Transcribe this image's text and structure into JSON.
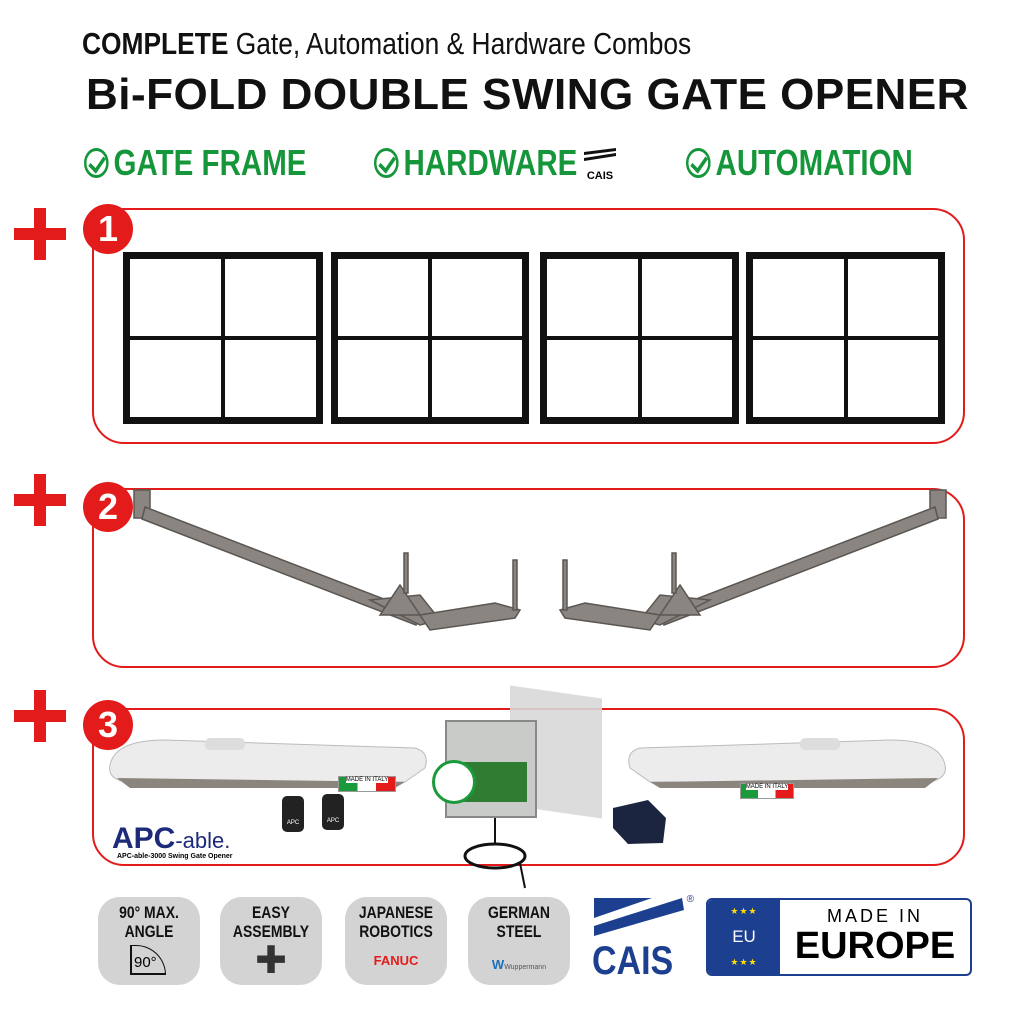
{
  "header": {
    "complete": "COMPLETE",
    "subtitle": "Gate, Automation & Hardware Combos",
    "title": "Bi-FOLD DOUBLE SWING GATE OPENER"
  },
  "checks": [
    {
      "label": "GATE FRAME"
    },
    {
      "label": "HARDWARE"
    },
    {
      "label": "AUTOMATION"
    }
  ],
  "cais_small": "CAIS",
  "sections": [
    {
      "number": "1"
    },
    {
      "number": "2"
    },
    {
      "number": "3"
    }
  ],
  "products": {
    "brand": "APC",
    "brand_suffix": "-able.",
    "caption": "APC-able-3000 Swing Gate Opener",
    "made_in_italy": "MADE IN ITALY",
    "remote_label": "APC"
  },
  "badges": [
    {
      "line1": "90° MAX.",
      "line2": "ANGLE",
      "extra": "90°"
    },
    {
      "line1": "EASY",
      "line2": "ASSEMBLY"
    },
    {
      "line1": "JAPANESE",
      "line2": "ROBOTICS",
      "extra": "FANUC"
    },
    {
      "line1": "GERMAN",
      "line2": "STEEL",
      "extra": "Wuppermann"
    }
  ],
  "cais": {
    "name": "CAIS",
    "reg": "®"
  },
  "europe": {
    "eu": "EU",
    "line1": "MADE IN",
    "line2": "EUROPE"
  },
  "colors": {
    "red": "#e31b1b",
    "green": "#16963a",
    "navy": "#1d3f8f"
  }
}
